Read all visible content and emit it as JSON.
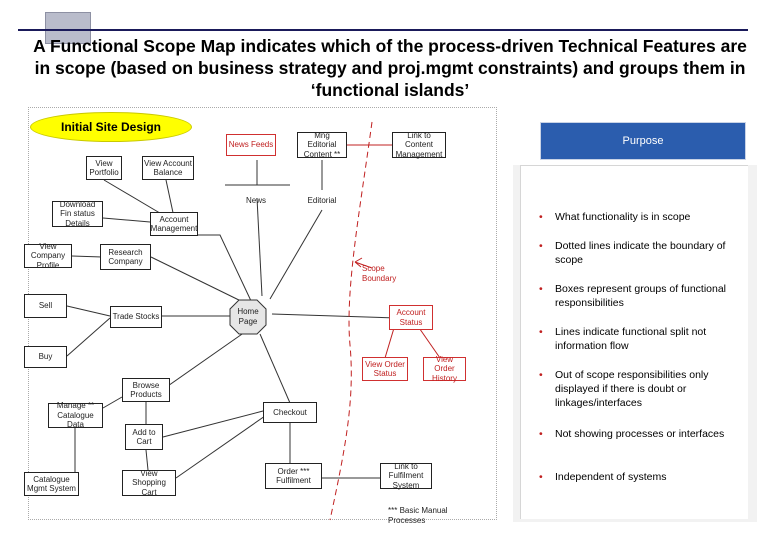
{
  "slide": {
    "title": "A Functional Scope Map indicates which of the process-driven Technical Features are in scope (based on business strategy and proj.mgmt constraints) and groups them in ‘functional islands’",
    "badge": "Initial Site Design"
  },
  "diagram": {
    "boxes": {
      "view_portfolio": "View Portfolio",
      "view_account_balance": "View Account Balance",
      "download_fin_status_details": "Download Fin status Details",
      "account_management": "Account Management",
      "view_company_profile": "View Company Profile",
      "research_company": "Research Company",
      "sell": "Sell",
      "trade_stocks": "Trade Stocks",
      "buy": "Buy",
      "browse_products": "Browse Products",
      "manage_catalogue_data": "Manage ** Catalogue Data",
      "add_to_cart": "Add to Cart",
      "checkout": "Checkout",
      "catalogue_mgmt_system": "Catalogue Mgmt System",
      "view_shopping_cart": "View Shopping Cart",
      "order_fulfilment": "Order *** Fulfilment",
      "link_to_fulfilment_system": "Link to Fulfilment System",
      "news_feeds": "News Feeds",
      "mng_editorial_content": "Mng Editorial Content **",
      "link_to_content_management": "Link to Content Management",
      "account_status": "Account Status",
      "view_order_status": "View Order Status",
      "view_order_history": "View Order History"
    },
    "labels": {
      "news": "News",
      "editorial": "Editorial",
      "home_page": "Home Page",
      "scope_boundary": "Scope Boundary",
      "footnote": "*** Basic Manual Processes"
    }
  },
  "purpose": {
    "header": "Purpose",
    "bullets": [
      "What functionality is in scope",
      "Dotted lines indicate the boundary of scope",
      "Boxes represent groups of functional responsibilities",
      "Lines indicate functional split not information flow",
      "Out of scope responsibilities only displayed if there is doubt or linkages/interfaces",
      "Not showing processes or interfaces",
      "Independent of systems"
    ]
  }
}
